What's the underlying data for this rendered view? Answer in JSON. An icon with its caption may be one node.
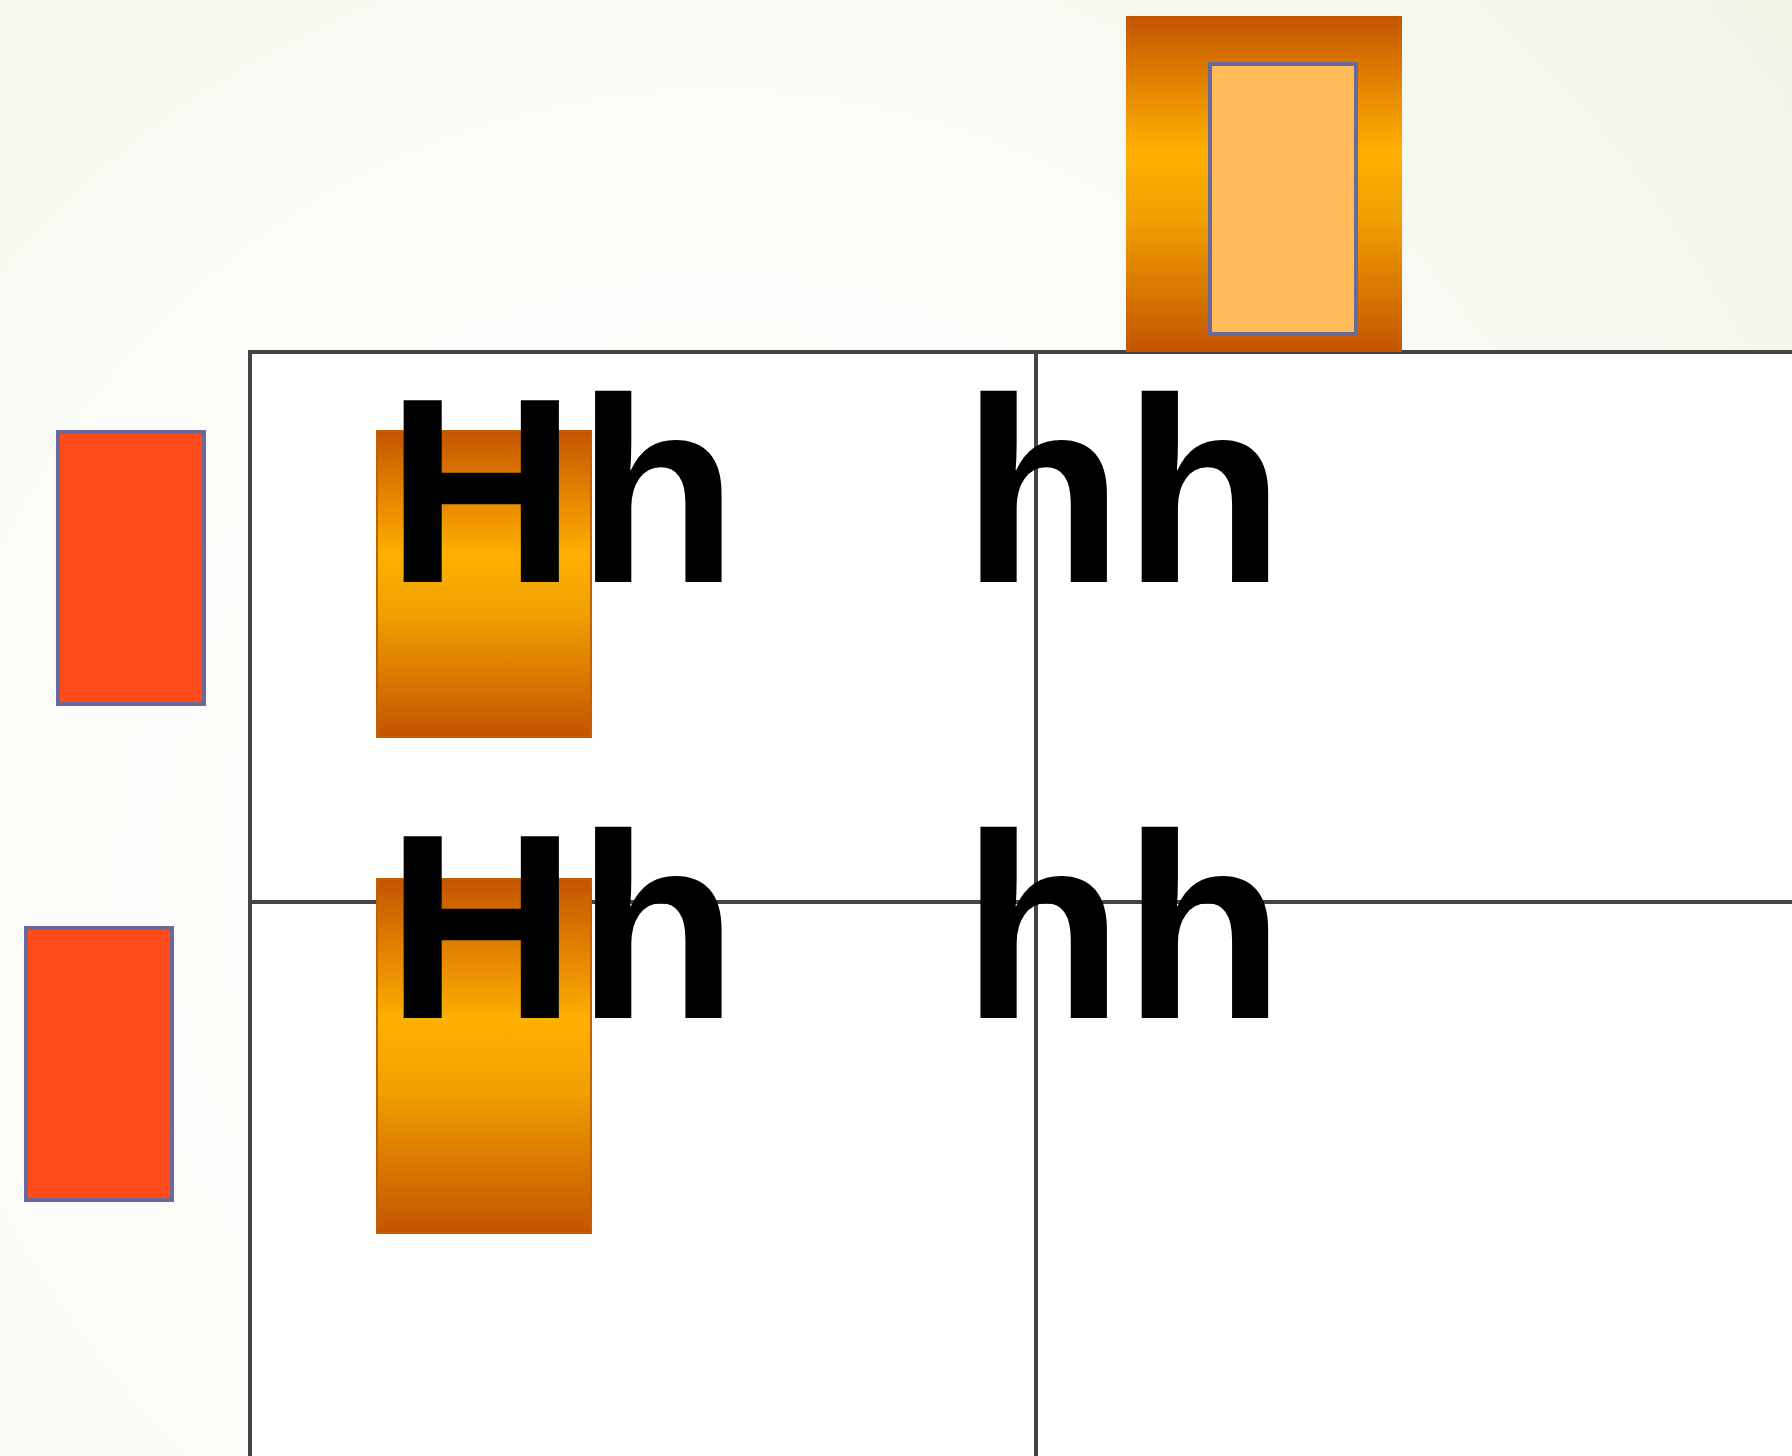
{
  "diagram": {
    "nodes": [
      {
        "text": [],
        "shape": "bar"
      },
      {
        "text": [],
        "shape": "bar",
        "in": 0
      },
      {
        "text": [],
        "shape": "bar"
      },
      {
        "text": [],
        "shape": "bar"
      },
      {
        "text": [],
        "shape": "bar"
      },
      {
        "text": [],
        "shape": "bar"
      }
    ],
    "labels": [
      "Hh",
      "hh",
      "Hh",
      "hh"
    ]
  }
}
